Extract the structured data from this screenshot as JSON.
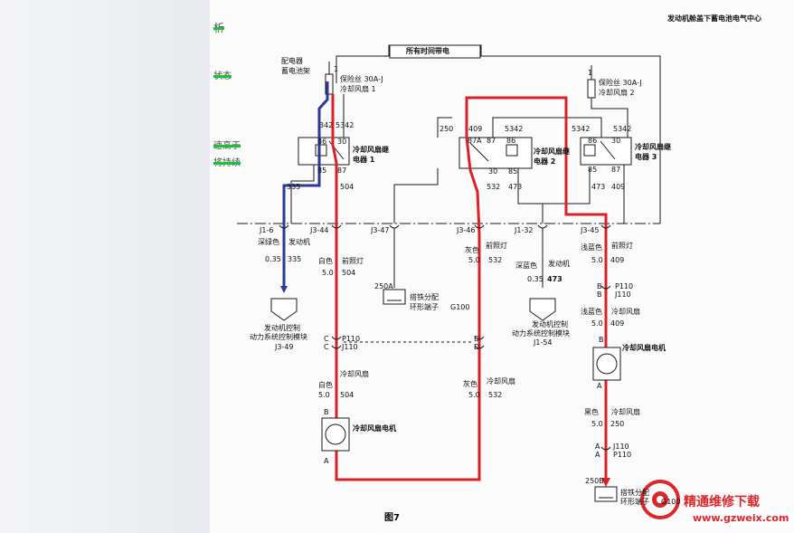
{
  "header": {
    "location": "发动机舱盖下蓄电池电气中心",
    "power_bar": "所有时间带电"
  },
  "source": {
    "line1": "配电器",
    "line2": "蓄电池架"
  },
  "side_notes": [
    "析",
    "状态",
    "速高于",
    "将持续"
  ],
  "fuses": [
    {
      "pin": "1",
      "name": "保险丝 30A-J",
      "desc": "冷却风扇 1"
    },
    {
      "pin": "1",
      "name": "保险丝 30A-J",
      "desc": "冷却风扇 2"
    }
  ],
  "relays": [
    {
      "name": "冷却风扇继电器 1",
      "pins": [
        "86",
        "30",
        "85",
        "87"
      ],
      "wire_top": [
        "342",
        "5342"
      ]
    },
    {
      "name": "冷却风扇继电器 2",
      "pins": [
        "87A",
        "87",
        "30",
        "86",
        "85"
      ],
      "wire_top": [
        "250",
        "409",
        "5342"
      ]
    },
    {
      "name": "冷却风扇继电器 3",
      "pins": [
        "86",
        "30",
        "85",
        "87"
      ],
      "wire_top": [
        "5342",
        "5342"
      ]
    }
  ],
  "wire_codes": [
    "335",
    "504",
    "532",
    "473",
    "473",
    "409"
  ],
  "connectors": [
    {
      "id": "J1-6",
      "color": "深绿色",
      "desc": "发动机",
      "gauge": "0.35",
      "circuit": "335"
    },
    {
      "id": "J3-44",
      "color": "白色",
      "desc": "前照灯",
      "gauge": "5.0",
      "circuit": "504"
    },
    {
      "id": "J3-47",
      "color": "",
      "desc": "",
      "gauge": "",
      "circuit": ""
    },
    {
      "id": "J3-46",
      "color": "灰色",
      "desc": "前照灯",
      "gauge": "5.0",
      "circuit": "532"
    },
    {
      "id": "J1-32",
      "color": "深蓝色",
      "desc": "发动机",
      "gauge": "0.35",
      "circuit": "473"
    },
    {
      "id": "J3-45",
      "color": "浅蓝色",
      "desc": "前照灯",
      "gauge": "5.0",
      "circuit": "409"
    }
  ],
  "modules": [
    {
      "name": "发动机控制",
      "desc": "动力系统控制模块",
      "id": "J3-49"
    },
    {
      "name": "发动机控制",
      "desc": "动力系统控制模块",
      "id": "J1-54"
    }
  ],
  "grounds": [
    {
      "id": "250A",
      "name": "搭铁分配",
      "desc": "环形端子",
      "code": "G100"
    },
    {
      "id": "250B",
      "name": "搭铁分配",
      "desc": "环形端子",
      "code": "G100"
    }
  ],
  "connectors_p110": {
    "left": [
      "C",
      "C",
      "P110",
      "J110"
    ],
    "mid": [
      "D",
      "D"
    ],
    "right": [
      "B",
      "B",
      "P110",
      "J110"
    ],
    "bottom_right": [
      "A",
      "A",
      "J110",
      "P110"
    ]
  },
  "lower_wires": [
    {
      "color": "浅蓝色",
      "desc": "冷却风扇",
      "gauge": "5.0",
      "circuit": "409"
    },
    {
      "color": "白色",
      "desc": "冷却风扇",
      "gauge": "5.0",
      "circuit": "504"
    },
    {
      "color": "灰色",
      "desc": "冷却风扇",
      "gauge": "5.0",
      "circuit": "532"
    },
    {
      "color": "黑色",
      "desc": "冷却风扇",
      "gauge": "5.0",
      "circuit": "250"
    }
  ],
  "motors": [
    {
      "name": "冷却风扇电机",
      "pin_top": "B",
      "pin_bottom": "A"
    },
    {
      "name": "冷却风扇电机",
      "pin_top": "B",
      "pin_bottom": "A"
    }
  ],
  "figure_label": "图7",
  "watermark": {
    "brand": "精通维修下载",
    "url": "www.gzweix.com"
  },
  "colors": {
    "red_path": "#d8222a",
    "blue_path": "#2c3a94",
    "wire": "#1a1a1a"
  }
}
